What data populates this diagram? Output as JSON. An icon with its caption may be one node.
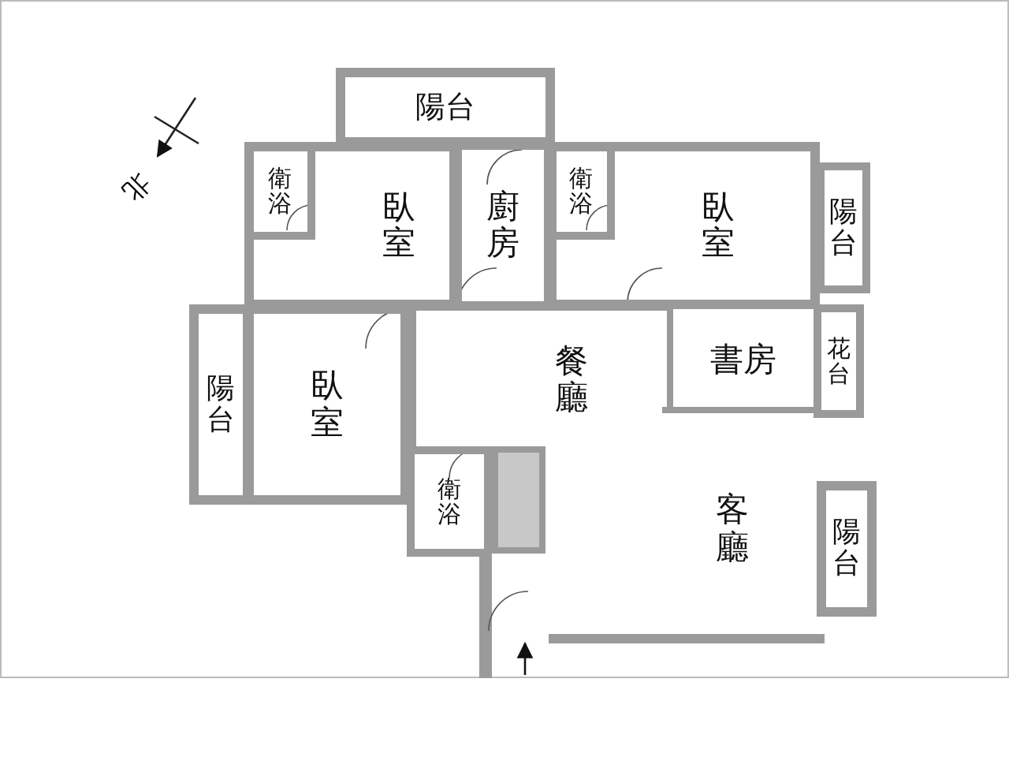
{
  "diagram": {
    "nodes": [
      {
        "text": [
          "陽台"
        ]
      },
      {
        "text": [
          "臥室"
        ]
      },
      {
        "text": [
          "衛浴"
        ],
        "in": 1
      },
      {
        "text": [
          "廚房"
        ]
      },
      {
        "text": [
          "衛浴"
        ],
        "in": 5
      },
      {
        "text": [
          "臥室"
        ]
      },
      {
        "text": [
          "陽台"
        ]
      },
      {
        "text": [
          "陽台"
        ]
      },
      {
        "text": [
          "臥室"
        ]
      },
      {
        "text": [
          "餐廳"
        ]
      },
      {
        "text": [
          "書房"
        ]
      },
      {
        "text": [
          "花台"
        ]
      },
      {
        "text": [
          "衛浴"
        ]
      },
      {
        "text": [
          "客廳"
        ]
      },
      {
        "text": [
          "陽台"
        ]
      }
    ],
    "edges": [
      {
        "from": null,
        "to": 13,
        "arrow": "to"
      }
    ],
    "labels": [
      "北"
    ]
  }
}
